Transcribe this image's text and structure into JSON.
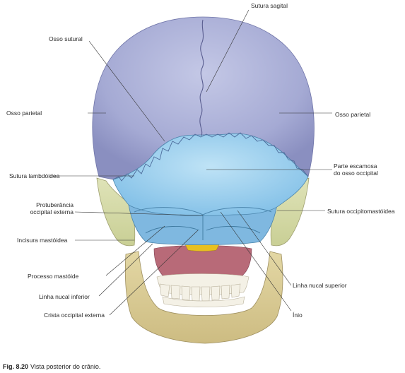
{
  "labels": {
    "sutura_sagital": "Sutura sagital",
    "osso_sutural": "Osso sutural",
    "osso_parietal_left": "Osso parietal",
    "osso_parietal_right": "Osso parietal",
    "sutura_lambdoidea": "Sutura lambdóidea",
    "parte_escamosa": "Parte escamosa\ndo osso occipital",
    "protuberancia": "Protuberância\noccipital externa",
    "sutura_occipitomastoidea": "Sutura occipitomastóidea",
    "incisura_mastoidea": "Incisura mastóidea",
    "processo_mastoide": "Processo mastóide",
    "linha_nucal_inferior": "Linha nucal inferior",
    "linha_nucal_superior": "Linha nucal superior",
    "crista_occipital": "Crista occipital externa",
    "inio": "Ínio"
  },
  "caption": {
    "number": "Fig. 8.20",
    "text": "Vista posterior do crânio."
  },
  "colors": {
    "parietal": "#a9aed6",
    "occipital": "#9fd0ee",
    "occipital_lower": "#7fb8e0",
    "temporal": "#d7dcaa",
    "mandible": "#d9cc96",
    "teeth": "#f4f1e6",
    "palate": "#b86a78",
    "yellow": "#e8c020",
    "line": "#333333"
  }
}
